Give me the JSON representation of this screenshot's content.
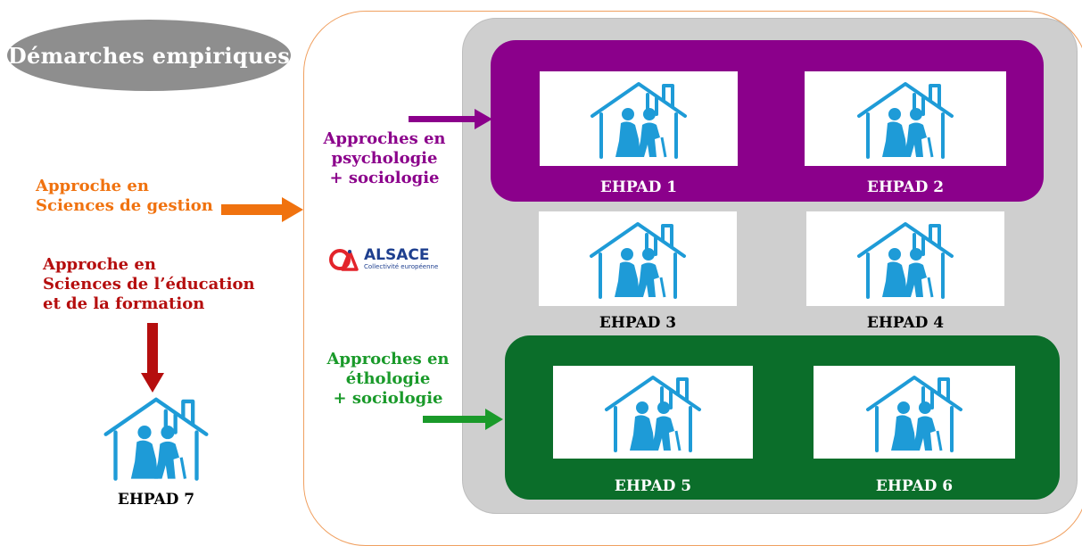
{
  "title": "Démarches empiriques",
  "colors": {
    "purple": "#8b008b",
    "green": "#0b6e2a",
    "orange": "#f0720f",
    "red": "#b50e0e",
    "icon": "#1e9bd7",
    "panel": "#cfcfcf"
  },
  "approaches": {
    "psychology": [
      "Approches en",
      "psychologie",
      "+ sociologie"
    ],
    "management": [
      "Approche en",
      "Sciences de gestion"
    ],
    "education": [
      "Approche en",
      "Sciences de l’éducation",
      "et de la formation"
    ],
    "ethology": [
      "Approches en",
      "éthologie",
      "+ sociologie"
    ]
  },
  "logo": {
    "name": "ALSACE",
    "subtitle": "Collectivité européenne"
  },
  "ehpads": [
    {
      "label": "EHPAD 1",
      "icon": "nursing-home-icon"
    },
    {
      "label": "EHPAD 2",
      "icon": "nursing-home-icon"
    },
    {
      "label": "EHPAD 3",
      "icon": "nursing-home-icon"
    },
    {
      "label": "EHPAD 4",
      "icon": "nursing-home-icon"
    },
    {
      "label": "EHPAD 5",
      "icon": "nursing-home-icon"
    },
    {
      "label": "EHPAD 6",
      "icon": "nursing-home-icon"
    },
    {
      "label": "EHPAD 7",
      "icon": "nursing-home-icon"
    }
  ]
}
